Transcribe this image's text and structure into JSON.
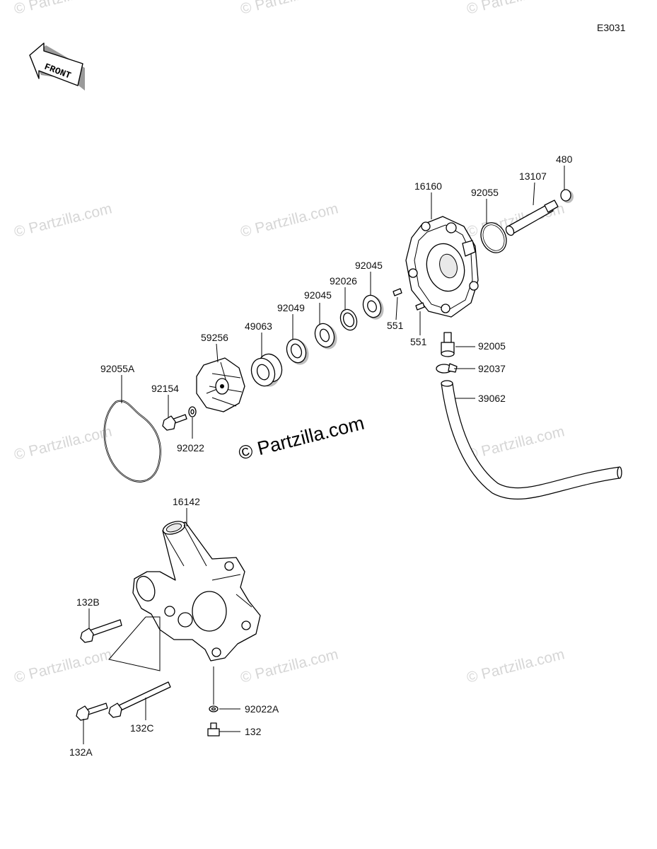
{
  "diagram": {
    "ref_code": "E3031",
    "front_label": "FRONT",
    "watermark": "© Partzilla.com",
    "parts": [
      {
        "id": "p480",
        "label": "480"
      },
      {
        "id": "p13107",
        "label": "13107"
      },
      {
        "id": "p16160",
        "label": "16160"
      },
      {
        "id": "p92055",
        "label": "92055"
      },
      {
        "id": "p92045a",
        "label": "92045"
      },
      {
        "id": "p92026",
        "label": "92026"
      },
      {
        "id": "p92045b",
        "label": "92045"
      },
      {
        "id": "p92049",
        "label": "92049"
      },
      {
        "id": "p49063",
        "label": "49063"
      },
      {
        "id": "p59256",
        "label": "59256"
      },
      {
        "id": "p551a",
        "label": "551"
      },
      {
        "id": "p551b",
        "label": "551"
      },
      {
        "id": "p92005",
        "label": "92005"
      },
      {
        "id": "p92037",
        "label": "92037"
      },
      {
        "id": "p39062",
        "label": "39062"
      },
      {
        "id": "p92055A",
        "label": "92055A"
      },
      {
        "id": "p92154",
        "label": "92154"
      },
      {
        "id": "p92022",
        "label": "92022"
      },
      {
        "id": "p16142",
        "label": "16142"
      },
      {
        "id": "p132B",
        "label": "132B"
      },
      {
        "id": "p92022A",
        "label": "92022A"
      },
      {
        "id": "p132",
        "label": "132"
      },
      {
        "id": "p132C",
        "label": "132C"
      },
      {
        "id": "p132A",
        "label": "132A"
      }
    ]
  }
}
